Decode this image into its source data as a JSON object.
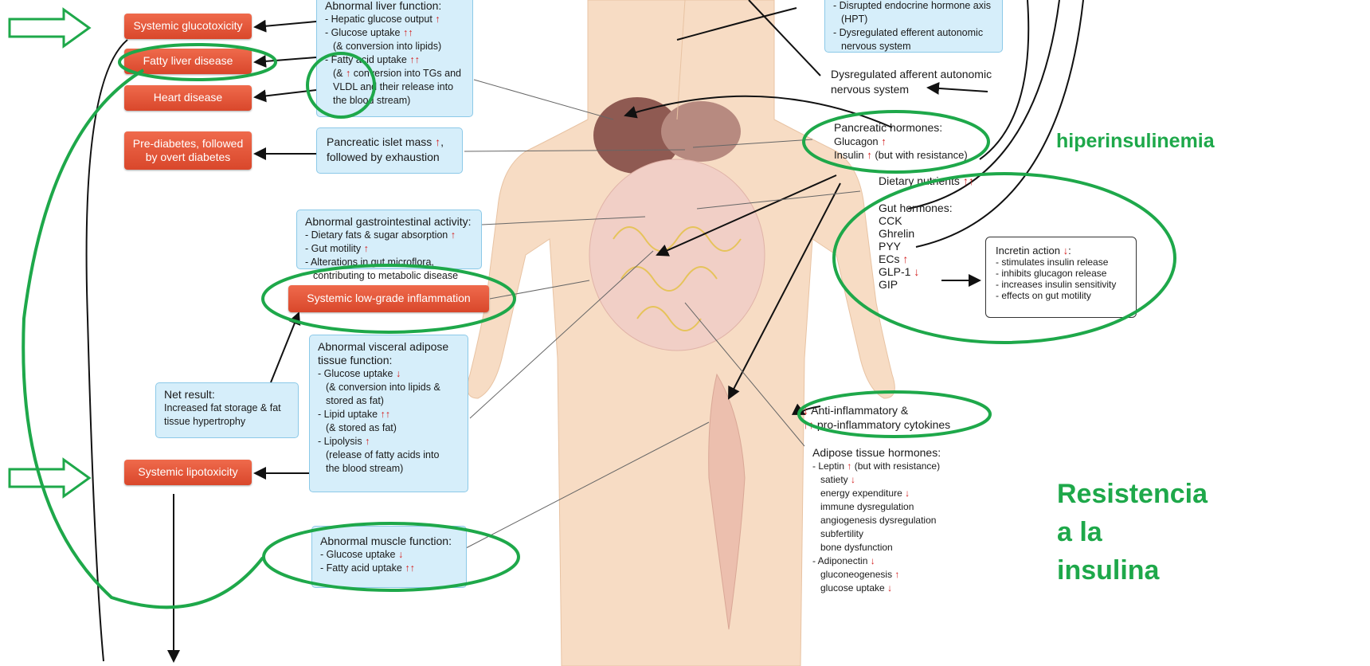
{
  "outcomes": {
    "glucotoxicity": "Systemic glucotoxicity",
    "fatty_liver": "Fatty liver disease",
    "heart": "Heart disease",
    "prediabetes_line1": "Pre-diabetes, followed",
    "prediabetes_line2": "by overt diabetes",
    "inflammation": "Systemic low-grade inflammation",
    "lipotoxicity": "Systemic lipotoxicity"
  },
  "liver_box": {
    "title": "Abnormal liver function:",
    "l1": "- Hepatic glucose output",
    "l2": "- Glucose uptake",
    "l3": "(& conversion into lipids)",
    "l4": "- Fatty acid uptake",
    "l5a": "(&",
    "l5b": "conversion into TGs and",
    "l6": "VLDL and their release into",
    "l7": "the blood stream)"
  },
  "islet_box": {
    "l1": "Pancreatic islet mass",
    "l1b": ",",
    "l2": "followed by exhaustion"
  },
  "gi_box": {
    "title": "Abnormal gastrointestinal activity:",
    "l1": "- Dietary fats & sugar absorption",
    "l2": "- Gut motility",
    "l3": "- Alterations in gut microflora,",
    "l4": "contributing to metabolic disease"
  },
  "adipose_box": {
    "title1": "Abnormal visceral adipose",
    "title2": "tissue function:",
    "l1": "- Glucose uptake",
    "l2": "(& conversion into lipids &",
    "l3": "stored as fat)",
    "l4": "- Lipid uptake",
    "l5": "(& stored as fat)",
    "l6": "- Lipolysis",
    "l7": "(release of fatty acids into",
    "l8": "the blood stream)"
  },
  "net_box": {
    "title": "Net result:",
    "l1": "Increased fat storage & fat",
    "l2": "tissue hypertrophy"
  },
  "muscle_box": {
    "title": "Abnormal muscle function:",
    "l1": "- Glucose uptake",
    "l2": "- Fatty acid uptake"
  },
  "brain_box": {
    "l1": "- Disrupted endocrine hormone axis",
    "l2": "(HPT)",
    "l3": "- Dysregulated efferent autonomic",
    "l4": "nervous system"
  },
  "afferent": {
    "l1": "Dysregulated afferent autonomic",
    "l2": "nervous system"
  },
  "pancreatic": {
    "title": "Pancreatic hormones:",
    "glucagon": "Glucagon",
    "insulin": "Insulin",
    "insulin_note": "(but with resistance)"
  },
  "dietary": "Dietary nutrients",
  "gut": {
    "title": "Gut hormones:",
    "h1": "CCK",
    "h2": "Ghrelin",
    "h3": "PYY",
    "h4": "ECs",
    "h5": "GLP-1",
    "h6": "GIP"
  },
  "incretin": {
    "title": "Incretin action",
    "l1": "- stimulates insulin release",
    "l2": "- inhibits glucagon release",
    "l3": "- increases insulin sensitivity",
    "l4": "- effects on gut motility"
  },
  "cytokines": {
    "l1": "Anti-inflammatory &",
    "l2": "pro-inflammatory cytokines"
  },
  "adipose_hormones": {
    "title": "Adipose tissue hormones:",
    "leptin": "- Leptin",
    "leptin_note": "(but with resistance)",
    "a1": "satiety",
    "a2": "energy expenditure",
    "a3": "immune dysregulation",
    "a4": "angiogenesis dysregulation",
    "a5": "subfertility",
    "a6": "bone dysfunction",
    "adiponectin": "- Adiponectin",
    "b1": "gluconeogenesis",
    "b2": "glucose uptake"
  },
  "annotations": {
    "hyper": "hiperinsulinemia",
    "res1": "Resistencia",
    "res2": "a la",
    "res3": "insulina"
  },
  "symbols": {
    "up": "↑",
    "up2": "↑↑",
    "down": "↓"
  },
  "colors": {
    "outcome_red": "#e05535",
    "box_blue": "#d6eefa",
    "highlight_green": "#1ea84a",
    "arrow_red": "#d42020"
  }
}
